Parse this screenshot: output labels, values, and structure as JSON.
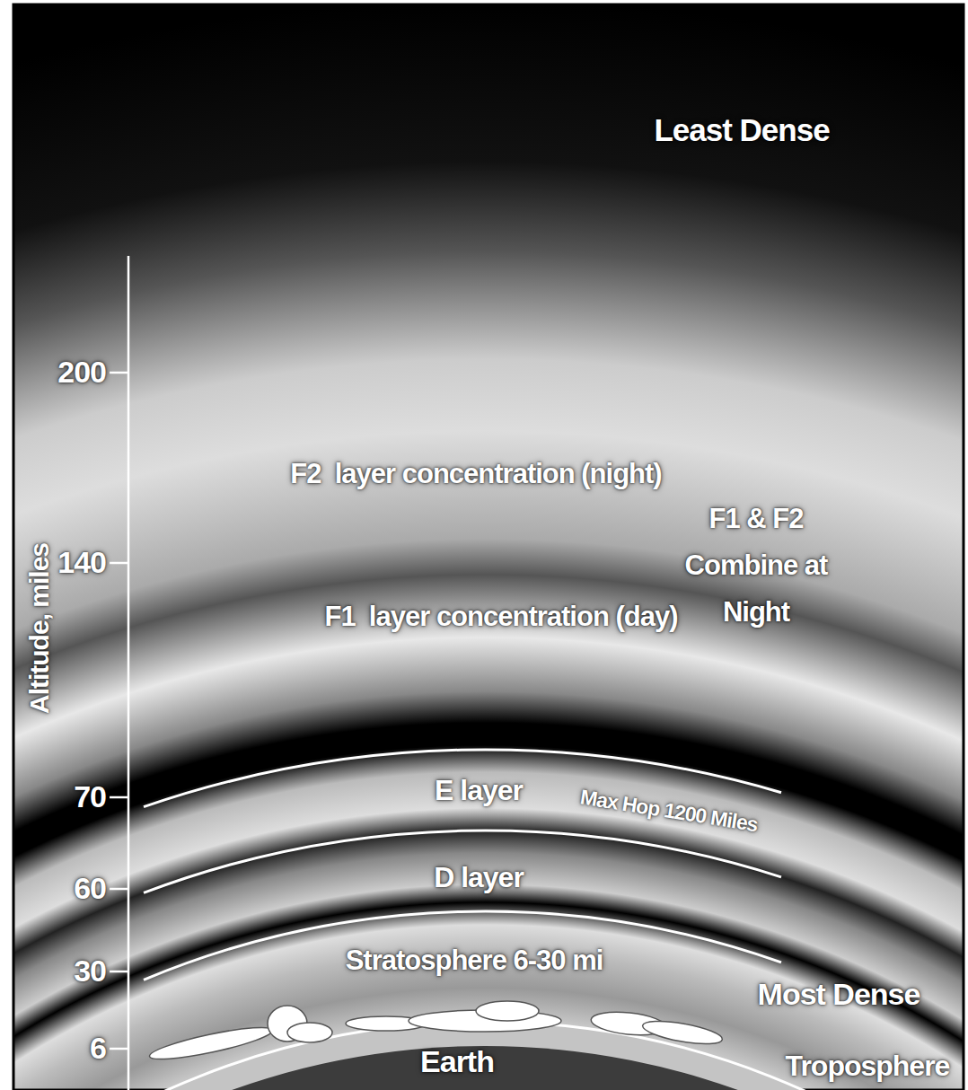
{
  "diagram": {
    "labels": [
      "Least Dense",
      "200",
      "F2  layer concentration (night)",
      "F1 & F2 Combine at Night",
      "140",
      "Altitude, miles",
      "F1  layer concentration (day)",
      "70",
      "E layer",
      "Max Hop 1200 Miles",
      "60",
      "D layer",
      "30",
      "Stratosphere 6-30 mi",
      "Most Dense",
      "6",
      "Earth",
      "Troposphere"
    ]
  }
}
